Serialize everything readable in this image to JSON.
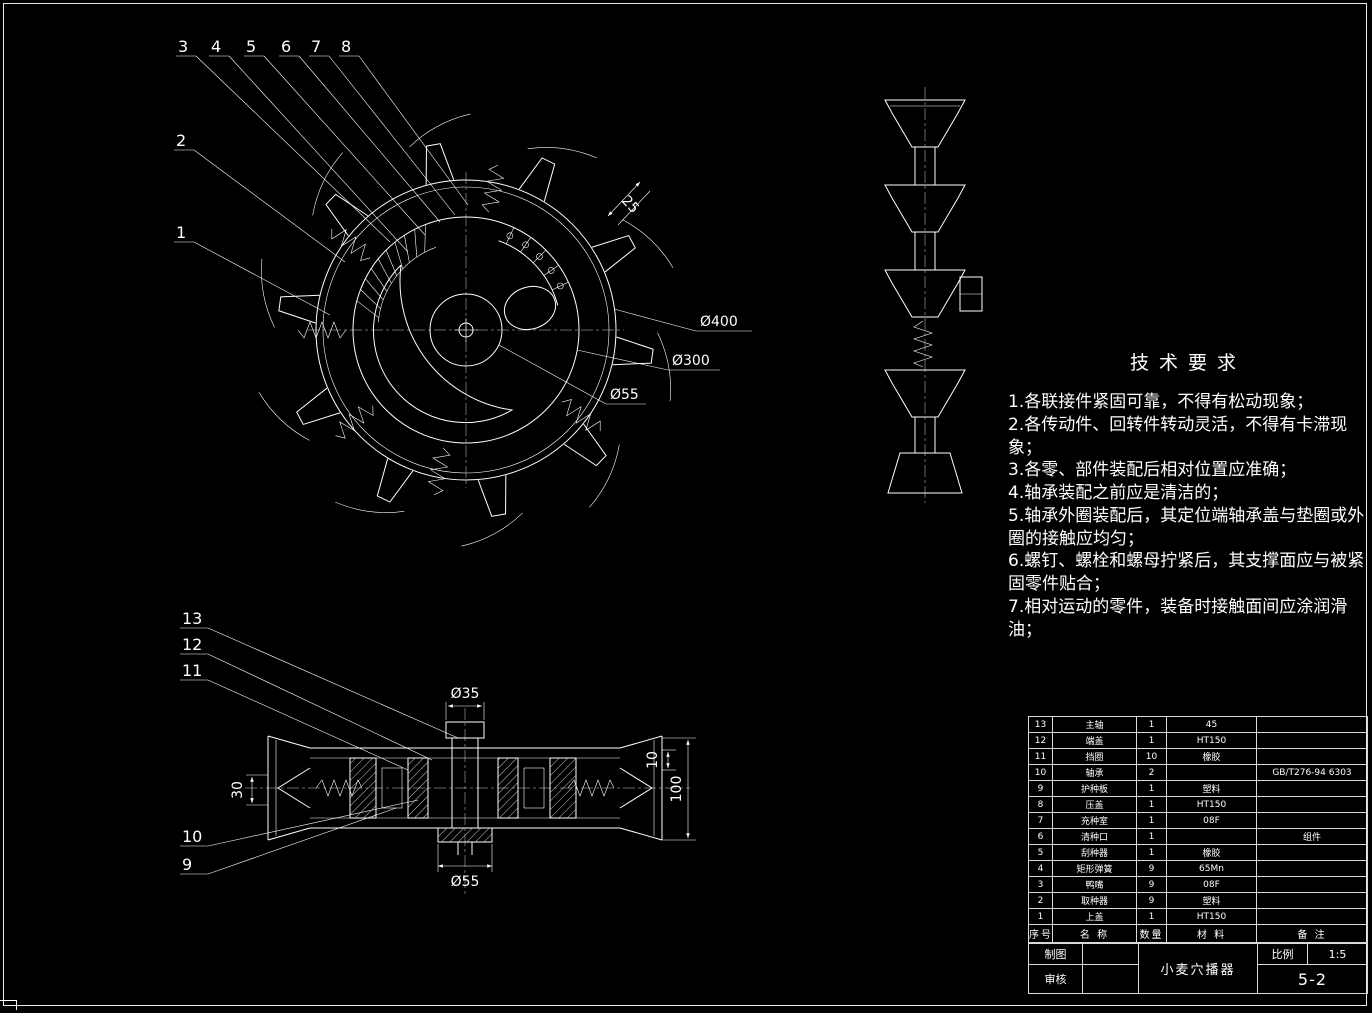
{
  "front_view": {
    "callouts": [
      "1",
      "2",
      "3",
      "4",
      "5",
      "6",
      "7",
      "8"
    ],
    "dims": {
      "d400": "Ø400",
      "d300": "Ø300",
      "d55": "Ø55",
      "w25": "25"
    }
  },
  "section_view": {
    "callouts": [
      "9",
      "10",
      "11",
      "12",
      "13"
    ],
    "dims": {
      "d35": "Ø35",
      "d55": "Ø55",
      "h30": "30",
      "h10": "10",
      "h100": "100"
    }
  },
  "tech": {
    "title": "技术要求",
    "items": [
      "1.各联接件紧固可靠，不得有松动现象；",
      "2.各传动件、回转件转动灵活，不得有卡滞现象；",
      "3.各零、部件装配后相对位置应准确；",
      "4.轴承装配之前应是清洁的；",
      "5.轴承外圈装配后，其定位端轴承盖与垫圈或外圈的接触应均匀；",
      "6.螺钉、螺栓和螺母拧紧后，其支撑面应与被紧固零件贴合；",
      "7.相对运动的零件，装备时接触面间应涂润滑油；"
    ]
  },
  "bom": {
    "headers": {
      "no": "序号",
      "name": "名  称",
      "qty": "数量",
      "material": "材  料",
      "remark": "备  注"
    },
    "rows": [
      {
        "no": "13",
        "name": "主轴",
        "qty": "1",
        "material": "45",
        "remark": ""
      },
      {
        "no": "12",
        "name": "端盖",
        "qty": "1",
        "material": "HT150",
        "remark": ""
      },
      {
        "no": "11",
        "name": "挡圈",
        "qty": "10",
        "material": "橡胶",
        "remark": ""
      },
      {
        "no": "10",
        "name": "轴承",
        "qty": "2",
        "material": "",
        "remark": "GB/T276-94 6303"
      },
      {
        "no": "9",
        "name": "护种板",
        "qty": "1",
        "material": "塑料",
        "remark": ""
      },
      {
        "no": "8",
        "name": "压盖",
        "qty": "1",
        "material": "HT150",
        "remark": ""
      },
      {
        "no": "7",
        "name": "充种室",
        "qty": "1",
        "material": "08F",
        "remark": ""
      },
      {
        "no": "6",
        "name": "清种口",
        "qty": "1",
        "material": "",
        "remark": "组件"
      },
      {
        "no": "5",
        "name": "刮种器",
        "qty": "1",
        "material": "橡胶",
        "remark": ""
      },
      {
        "no": "4",
        "name": "矩形弹簧",
        "qty": "9",
        "material": "65Mn",
        "remark": ""
      },
      {
        "no": "3",
        "name": "鸭嘴",
        "qty": "9",
        "material": "08F",
        "remark": ""
      },
      {
        "no": "2",
        "name": "取种器",
        "qty": "9",
        "material": "塑料",
        "remark": ""
      },
      {
        "no": "1",
        "name": "上盖",
        "qty": "1",
        "material": "HT150",
        "remark": ""
      }
    ]
  },
  "title_block": {
    "drawn": "制图",
    "checked": "审核",
    "part_name": "小麦穴播器",
    "scale_label": "比例",
    "scale_value": "1:5",
    "drawing_no": "5-2"
  }
}
